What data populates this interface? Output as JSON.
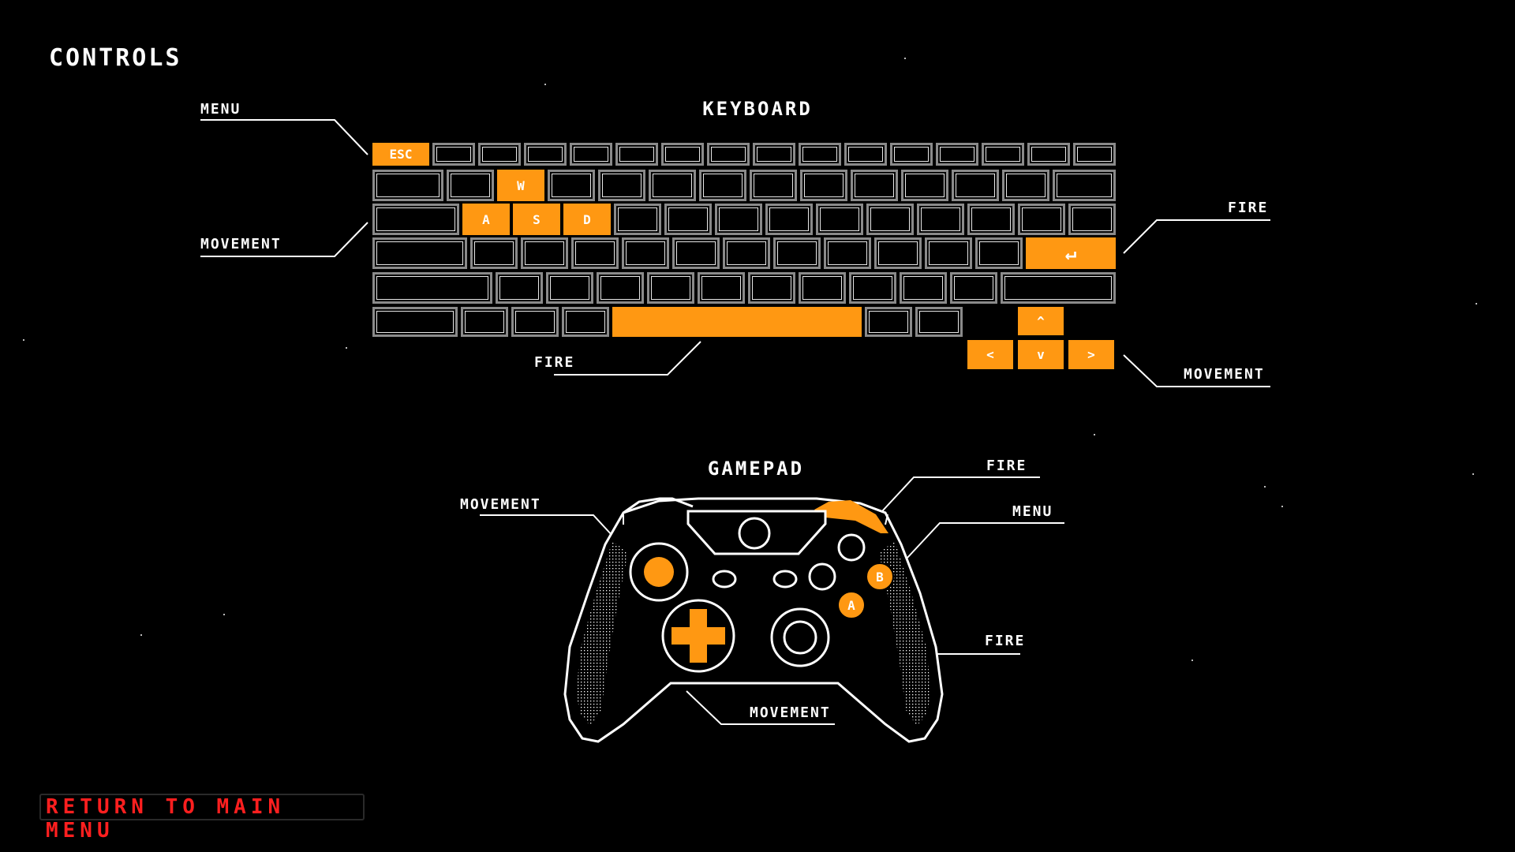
{
  "page_title": "CONTROLS",
  "keyboard": {
    "title": "KEYBOARD",
    "keys": {
      "esc": "ESC",
      "w": "W",
      "a": "A",
      "s": "S",
      "d": "D",
      "enter": "↵",
      "up": "^",
      "left": "<",
      "down": "v",
      "right": ">"
    },
    "labels": {
      "menu": "MENU",
      "movement_left": "MOVEMENT",
      "fire_right": "FIRE",
      "fire_space": "FIRE",
      "movement_arrows": "MOVEMENT"
    }
  },
  "gamepad": {
    "title": "GAMEPAD",
    "buttons": {
      "a": "A",
      "b": "B"
    },
    "labels": {
      "movement_stick": "MOVEMENT",
      "fire_trigger": "FIRE",
      "menu": "MENU",
      "fire_a": "FIRE",
      "movement_dpad": "MOVEMENT"
    }
  },
  "return_button": "RETURN TO MAIN MENU",
  "colors": {
    "accent": "#ff9812",
    "return": "#ff1f1f",
    "background": "#000000"
  }
}
